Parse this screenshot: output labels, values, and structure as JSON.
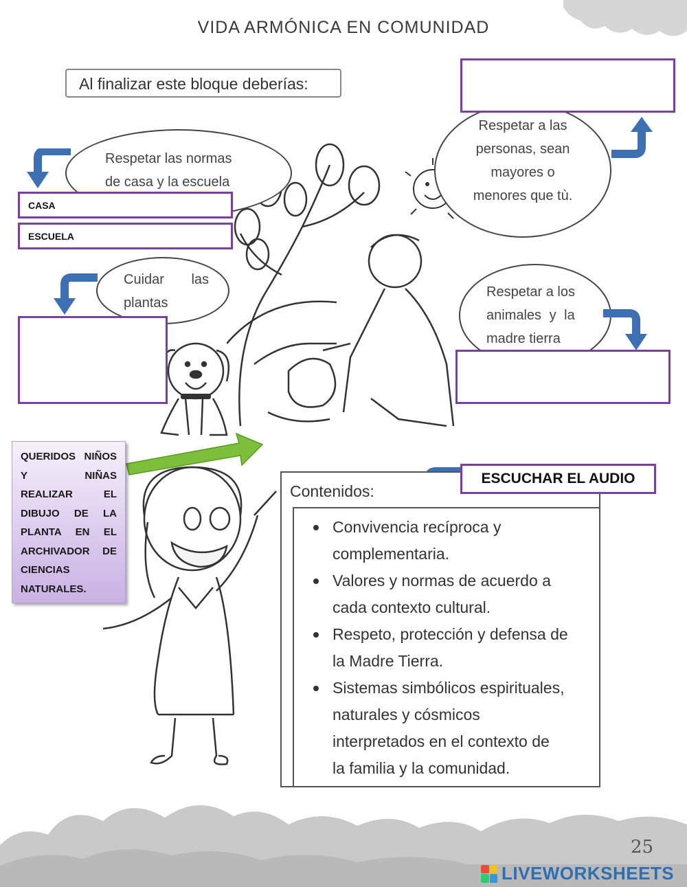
{
  "page": {
    "title": "VIDA ARMÓNICA EN COMUNIDAD",
    "goal_heading": "Al finalizar este bloque deberías:",
    "page_number": "25"
  },
  "bubbles": {
    "respect_rules": [
      "Respetar las normas",
      "de casa y la escuela"
    ],
    "respect_people": [
      "Respetar a las",
      "personas, sean",
      "mayores o",
      "menores que tù."
    ],
    "care_plants": [
      "Cuidar las",
      "plantas"
    ],
    "respect_animals": [
      "Respetar a los",
      "animales y la",
      "madre tierra"
    ]
  },
  "inputs": {
    "casa_label": "CASA",
    "escuela_label": "ESCUELA"
  },
  "note": {
    "text": "QUERIDOS NIÑOS Y NIÑAS REALIZAR EL DIBUJO DE LA PLANTA EN EL ARCHIVADOR DE CIENCIAS NATURALES."
  },
  "audio": {
    "label": "ESCUCHAR EL AUDIO"
  },
  "contents": {
    "heading": "Contenidos:",
    "items": [
      [
        "Convivencia recíproca y",
        "complementaria."
      ],
      [
        "Valores y normas de acuerdo a",
        "cada contexto cultural."
      ],
      [
        "Respeto, protección y defensa de",
        "la Madre Tierra."
      ],
      [
        "Sistemas simbólicos espirituales,",
        "naturales y cósmicos",
        "interpretados en el contexto de",
        "la familia y la comunidad."
      ]
    ]
  },
  "brand": {
    "name": "LIVEWORKSHEETS"
  },
  "colors": {
    "input_border": "#7a3fa0",
    "arrow_blue": "#3d6fb3",
    "arrow_green": "#7cbf3a",
    "cloud_gray": "#c8c8c8"
  }
}
